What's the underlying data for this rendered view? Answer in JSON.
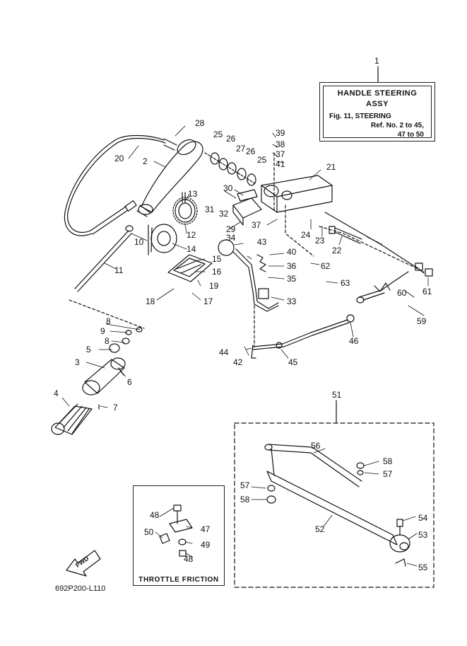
{
  "reference_box": {
    "title_line1": "HANDLE STEERING",
    "title_line2": "ASSY",
    "fig_line": "Fig. 11, STEERING",
    "ref_line1": "Ref. No. 2 to 45,",
    "ref_line2": "47 to 50"
  },
  "throttle_box": {
    "title": "THROTTLE FRICTION"
  },
  "fwd_arrow": {
    "label": "FWD"
  },
  "part_code": "692P200-L110",
  "callouts": [
    "1",
    "2",
    "3",
    "4",
    "5",
    "6",
    "7",
    "8",
    "8",
    "9",
    "10",
    "11",
    "12",
    "13",
    "14",
    "15",
    "16",
    "17",
    "18",
    "19",
    "20",
    "21",
    "22",
    "23",
    "24",
    "25",
    "25",
    "26",
    "26",
    "27",
    "28",
    "29",
    "30",
    "31",
    "32",
    "33",
    "34",
    "35",
    "36",
    "37",
    "37",
    "38",
    "39",
    "40",
    "41",
    "42",
    "43",
    "44",
    "45",
    "46",
    "47",
    "48",
    "48",
    "49",
    "50",
    "51",
    "52",
    "53",
    "54",
    "55",
    "56",
    "57",
    "57",
    "58",
    "58",
    "59",
    "60",
    "61",
    "62",
    "63"
  ],
  "colors": {
    "line": "#111111",
    "background": "#ffffff"
  }
}
